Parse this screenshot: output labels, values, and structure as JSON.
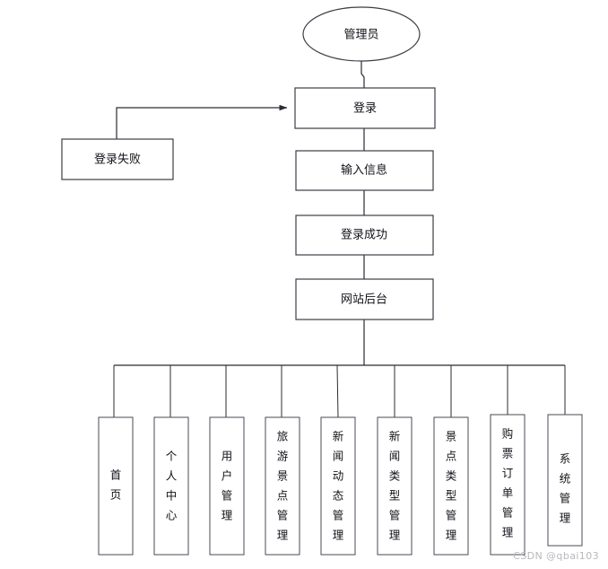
{
  "diagram": {
    "type": "flowchart",
    "title": "",
    "orientation": "top-down",
    "actor": {
      "id": "admin",
      "shape": "ellipse",
      "label": "管理员"
    },
    "process_nodes": [
      {
        "id": "login",
        "shape": "rect",
        "label": "登录"
      },
      {
        "id": "input_info",
        "shape": "rect",
        "label": "输入信息"
      },
      {
        "id": "login_ok",
        "shape": "rect",
        "label": "登录成功"
      },
      {
        "id": "backend",
        "shape": "rect",
        "label": "网站后台"
      }
    ],
    "branch_nodes": [
      {
        "id": "login_fail",
        "shape": "rect",
        "label": "登录失败"
      }
    ],
    "leaf_nodes": [
      {
        "id": "home",
        "label": "首页",
        "chars": [
          "首",
          "页"
        ]
      },
      {
        "id": "personal_center",
        "label": "个人中心",
        "chars": [
          "个",
          "人",
          "中",
          "心"
        ]
      },
      {
        "id": "user_mgmt",
        "label": "用户管理",
        "chars": [
          "用",
          "户",
          "管",
          "理"
        ]
      },
      {
        "id": "spot_mgmt",
        "label": "旅游景点管理",
        "chars": [
          "旅",
          "游",
          "景",
          "点",
          "管",
          "理"
        ]
      },
      {
        "id": "news_mgmt",
        "label": "新闻动态管理",
        "chars": [
          "新",
          "闻",
          "动",
          "态",
          "管",
          "理"
        ]
      },
      {
        "id": "news_type_mgmt",
        "label": "新闻类型管理",
        "chars": [
          "新",
          "闻",
          "类",
          "型",
          "管",
          "理"
        ]
      },
      {
        "id": "spot_type_mgmt",
        "label": "景点类型管理",
        "chars": [
          "景",
          "点",
          "类",
          "型",
          "管",
          "理"
        ]
      },
      {
        "id": "order_mgmt",
        "label": "购票订单管理",
        "chars": [
          "购",
          "票",
          "订",
          "单",
          "管",
          "理"
        ]
      },
      {
        "id": "system_mgmt",
        "label": "系统管理",
        "chars": [
          "系",
          "统",
          "管",
          "理"
        ]
      }
    ],
    "edges": [
      {
        "from": "admin",
        "to": "login",
        "arrow": false
      },
      {
        "from": "login",
        "to": "input_info",
        "arrow": false
      },
      {
        "from": "input_info",
        "to": "login_ok",
        "arrow": false
      },
      {
        "from": "login_ok",
        "to": "backend",
        "arrow": false
      },
      {
        "from": "login_fail",
        "to": "login",
        "arrow": true
      }
    ],
    "colors": {
      "background": "#ffffff",
      "stroke": "#3c3c46",
      "text": "#111118",
      "watermark": "#b8b8bd"
    }
  },
  "watermark": {
    "text": "CSDN @qbai103"
  }
}
